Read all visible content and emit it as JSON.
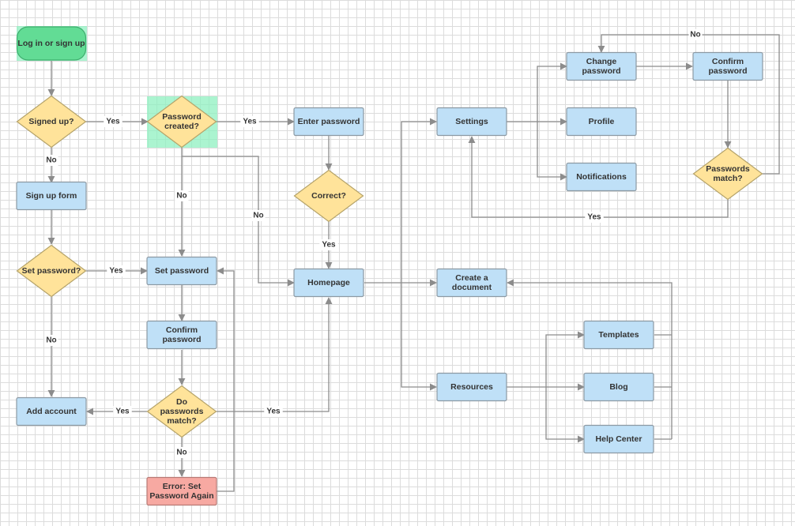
{
  "colors": {
    "process_fill": "#bfe0f7",
    "process_stroke": "#8c99a3",
    "decision_fill": "#ffe39a",
    "decision_stroke": "#b5a36a",
    "start_fill": "#62dc95",
    "selection_fill": "#8ff0c0",
    "error_fill": "#f7a9a2",
    "connector": "#8c8c8c",
    "text": "#333333"
  },
  "nodes": {
    "login": {
      "lines": [
        "Log in or sign up"
      ],
      "kind": "terminal"
    },
    "signed_up": {
      "lines": [
        "Signed up?"
      ],
      "kind": "decision"
    },
    "password_created": {
      "lines": [
        "Password",
        "created?"
      ],
      "kind": "decision"
    },
    "enter_password": {
      "lines": [
        "Enter password"
      ],
      "kind": "process"
    },
    "correct": {
      "lines": [
        "Correct?"
      ],
      "kind": "decision"
    },
    "sign_up_form": {
      "lines": [
        "Sign up form"
      ],
      "kind": "process"
    },
    "set_password_q": {
      "lines": [
        "Set password?"
      ],
      "kind": "decision"
    },
    "set_password": {
      "lines": [
        "Set password"
      ],
      "kind": "process"
    },
    "confirm_password": {
      "lines": [
        "Confirm",
        "password"
      ],
      "kind": "process"
    },
    "do_passwords_match": {
      "lines": [
        "Do",
        "passwords",
        "match?"
      ],
      "kind": "decision"
    },
    "add_account": {
      "lines": [
        "Add account"
      ],
      "kind": "process"
    },
    "error_set_password": {
      "lines": [
        "Error: Set",
        "Password Again"
      ],
      "kind": "error"
    },
    "homepage": {
      "lines": [
        "Homepage"
      ],
      "kind": "process"
    },
    "settings": {
      "lines": [
        "Settings"
      ],
      "kind": "process"
    },
    "change_password": {
      "lines": [
        "Change",
        "password"
      ],
      "kind": "process"
    },
    "confirm_password_2": {
      "lines": [
        "Confirm",
        "password"
      ],
      "kind": "process"
    },
    "profile": {
      "lines": [
        "Profile"
      ],
      "kind": "process"
    },
    "notifications": {
      "lines": [
        "Notifications"
      ],
      "kind": "process"
    },
    "passwords_match_2": {
      "lines": [
        "Passwords",
        "match?"
      ],
      "kind": "decision"
    },
    "create_document": {
      "lines": [
        "Create a",
        "document"
      ],
      "kind": "process"
    },
    "resources": {
      "lines": [
        "Resources"
      ],
      "kind": "process"
    },
    "templates": {
      "lines": [
        "Templates"
      ],
      "kind": "process"
    },
    "blog": {
      "lines": [
        "Blog"
      ],
      "kind": "process"
    },
    "help_center": {
      "lines": [
        "Help Center"
      ],
      "kind": "process"
    }
  },
  "edge_labels": {
    "signed_up_yes": "Yes",
    "signed_up_no": "No",
    "password_created_yes": "Yes",
    "password_created_no_set": "No",
    "password_created_no_home": "No",
    "correct_yes": "Yes",
    "set_password_q_yes": "Yes",
    "set_password_q_no": "No",
    "do_match_yes_add": "Yes",
    "do_match_yes_home": "Yes",
    "do_match_no": "No",
    "match2_no": "No",
    "match2_yes": "Yes"
  }
}
